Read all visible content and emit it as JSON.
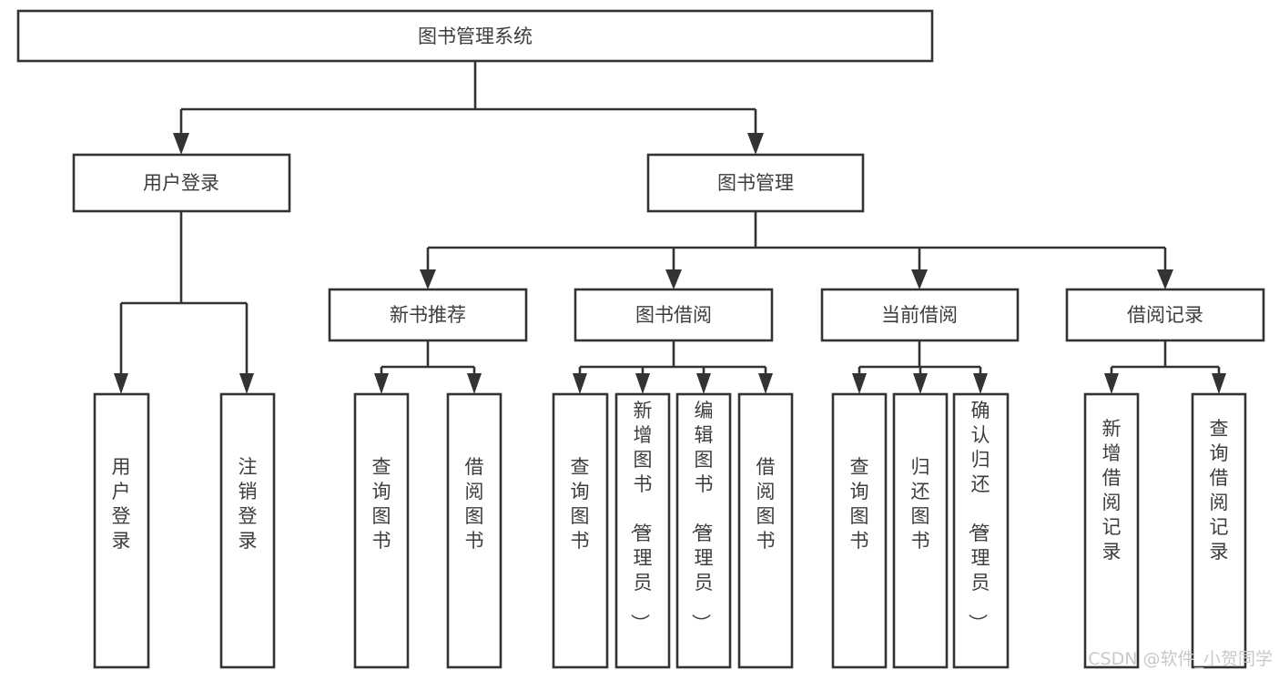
{
  "diagram": {
    "type": "tree-hierarchy",
    "title": "图书管理系统",
    "orientation": "top-down",
    "colors": {
      "stroke": "#333333",
      "box_fill": "#ffffff",
      "label": "#3d3d3d",
      "background": "#ffffff",
      "watermark": "#c9c9c9"
    },
    "levels": [
      {
        "level": 1,
        "nodes": [
          {
            "id": "root",
            "label": "图书管理系统",
            "orientation": "horizontal"
          }
        ]
      },
      {
        "level": 2,
        "nodes": [
          {
            "id": "login",
            "label": "用户登录",
            "orientation": "horizontal",
            "parent": "root"
          },
          {
            "id": "bookmgmt",
            "label": "图书管理",
            "orientation": "horizontal",
            "parent": "root"
          }
        ]
      },
      {
        "level": 3,
        "nodes": [
          {
            "id": "newbook",
            "label": "新书推荐",
            "orientation": "horizontal",
            "parent": "bookmgmt"
          },
          {
            "id": "borrow",
            "label": "图书借阅",
            "orientation": "horizontal",
            "parent": "bookmgmt"
          },
          {
            "id": "current",
            "label": "当前借阅",
            "orientation": "horizontal",
            "parent": "bookmgmt"
          },
          {
            "id": "records",
            "label": "借阅记录",
            "orientation": "horizontal",
            "parent": "bookmgmt"
          }
        ]
      },
      {
        "level": 4,
        "nodes": [
          {
            "id": "leaf-1",
            "label": "用户登录",
            "orientation": "vertical",
            "parent": "login"
          },
          {
            "id": "leaf-2",
            "label": "注销登录",
            "orientation": "vertical",
            "parent": "login"
          },
          {
            "id": "leaf-3",
            "label": "查询图书",
            "orientation": "vertical",
            "parent": "newbook"
          },
          {
            "id": "leaf-4",
            "label": "借阅图书",
            "orientation": "vertical",
            "parent": "newbook"
          },
          {
            "id": "leaf-5",
            "label": "查询图书",
            "orientation": "vertical",
            "parent": "borrow"
          },
          {
            "id": "leaf-6",
            "label": "新增图书（管理员）",
            "orientation": "vertical",
            "parent": "borrow"
          },
          {
            "id": "leaf-7",
            "label": "编辑图书（管理员）",
            "orientation": "vertical",
            "parent": "borrow"
          },
          {
            "id": "leaf-8",
            "label": "借阅图书",
            "orientation": "vertical",
            "parent": "borrow"
          },
          {
            "id": "leaf-9",
            "label": "查询图书",
            "orientation": "vertical",
            "parent": "current"
          },
          {
            "id": "leaf-10",
            "label": "归还图书",
            "orientation": "vertical",
            "parent": "current"
          },
          {
            "id": "leaf-11",
            "label": "确认归还（管理员）",
            "orientation": "vertical",
            "parent": "current"
          },
          {
            "id": "leaf-12",
            "label": "新增借阅记录",
            "orientation": "vertical",
            "parent": "records"
          },
          {
            "id": "leaf-13",
            "label": "查询借阅记录",
            "orientation": "vertical",
            "parent": "records"
          }
        ]
      }
    ]
  },
  "watermark": {
    "text": "CSDN @软件_小贺同学"
  }
}
